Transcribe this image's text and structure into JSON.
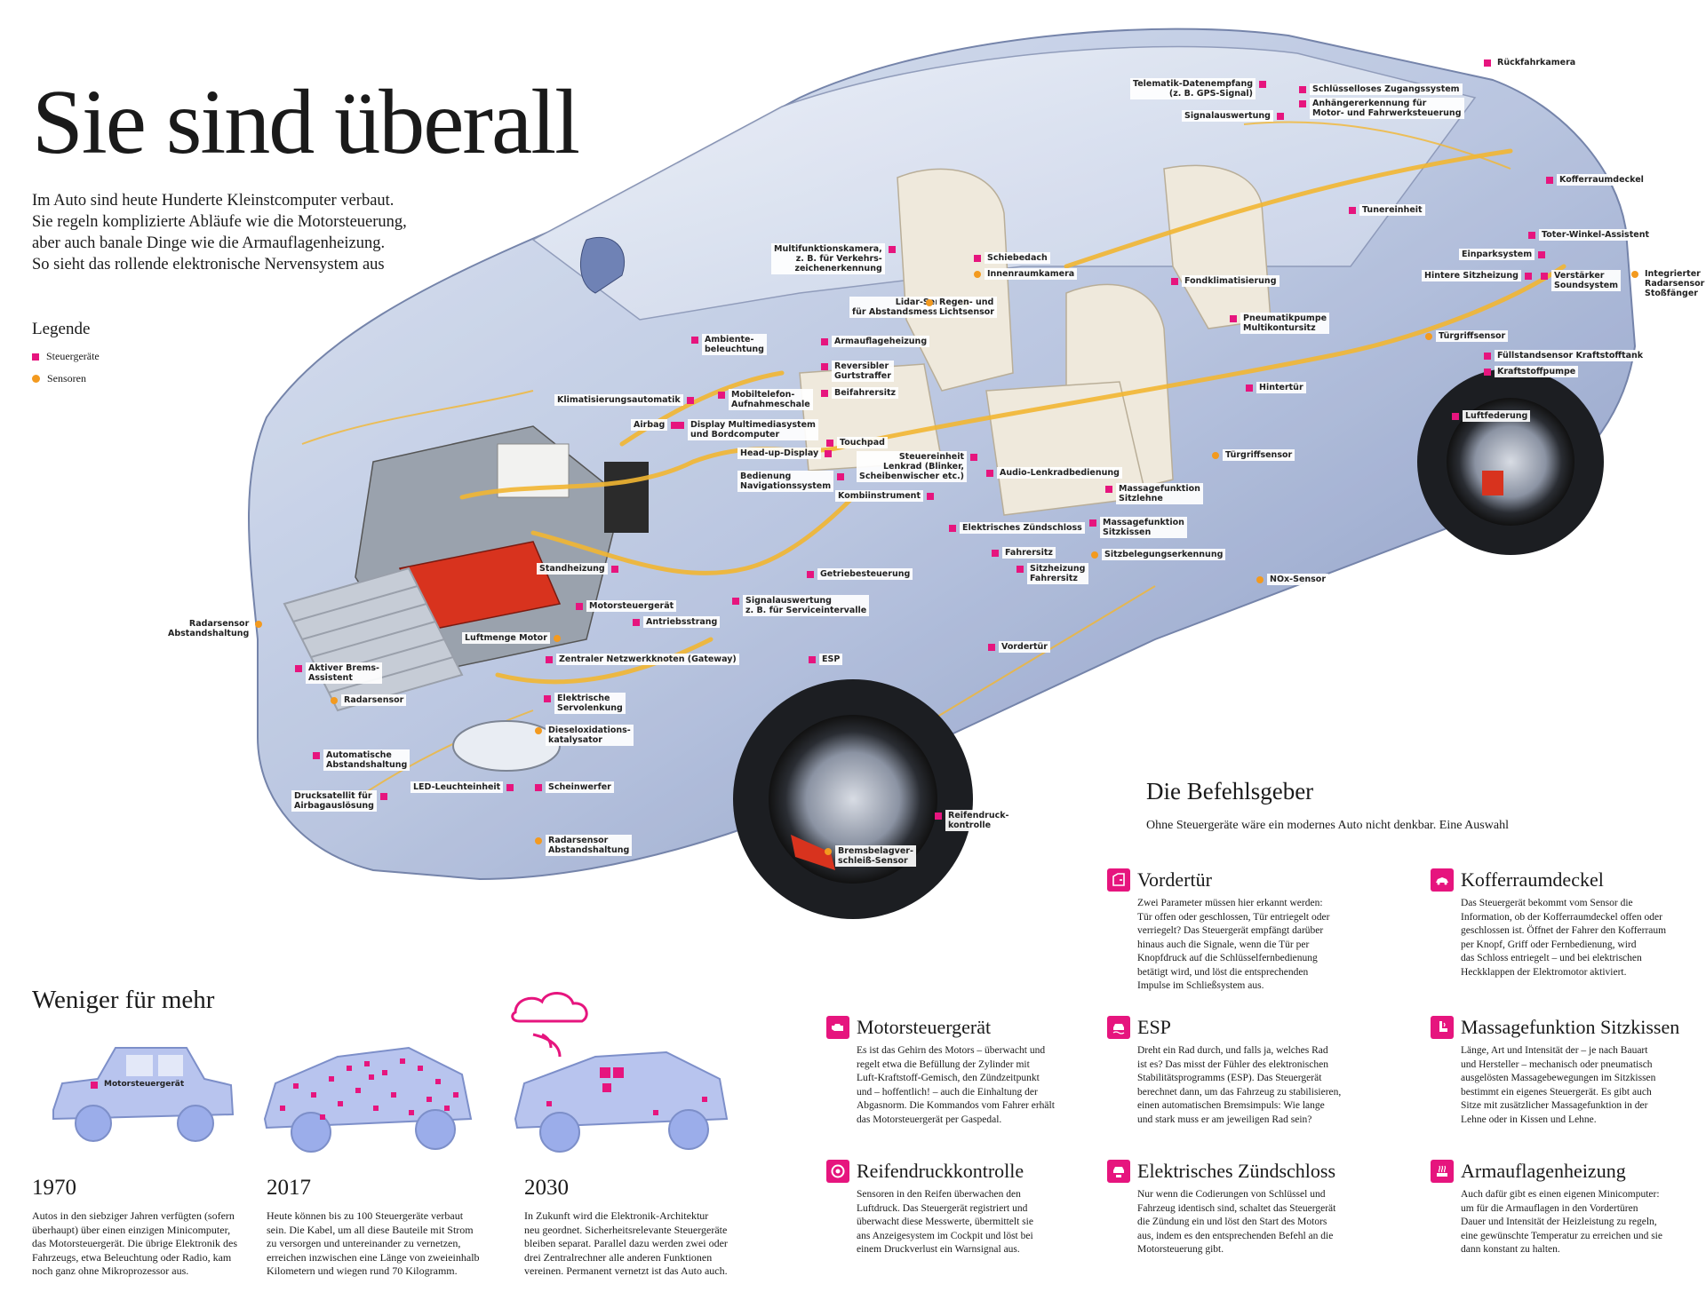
{
  "header": {
    "title": "Sie sind überall",
    "intro": [
      "Im Auto sind heute Hunderte Kleinstcomputer verbaut.",
      "Sie regeln komplizierte Abläufe wie die Motorsteuerung,",
      "aber auch banale Dinge wie die Armauflagenheizung.",
      "So sieht das rollende elektronische Nervensystem aus"
    ]
  },
  "legend": {
    "title": "Legende",
    "control": "Steuergeräte",
    "sensor": "Sensoren"
  },
  "colors": {
    "control": "#e6157e",
    "sensor": "#f39a1f",
    "cable": "#f2b632",
    "car_body": "#8ea4cc"
  },
  "labels": {
    "telematik": [
      "Telematik-Datenempfang",
      "(z. B. GPS-Signal)"
    ],
    "zugang": "Schlüsselloses Zugangssystem",
    "anhaenger": [
      "Anhängererkennung für",
      "Motor- und Fahrwerksteuerung"
    ],
    "signalauswertung_top": "Signalauswertung",
    "rueckfahr": "Rückfahrkamera",
    "kofferraum": "Kofferraumdeckel",
    "tuner": "Tunereinheit",
    "toterwinkel": "Toter-Winkel-Assistent",
    "einpark": "Einparksystem",
    "hintere_sitz": "Hintere Sitzheizung",
    "verstaerker": [
      "Verstärker",
      "Soundsystem"
    ],
    "radar_stoss": [
      "Integrierter",
      "Radarsensor",
      "Stoßfänger"
    ],
    "multifunktionskamera": [
      "Multifunktionskamera,",
      "z. B. für Verkehrs-",
      "zeichenerkennung"
    ],
    "schiebedach": "Schiebedach",
    "innenraumkamera": "Innenraumkamera",
    "fondklima": "Fondklimatisierung",
    "lidar": [
      "Lidar-Sensor",
      "für Abstandsmessung"
    ],
    "regen": [
      "Regen- und",
      "Lichtsensor"
    ],
    "armauflage": "Armauflageheizung",
    "ambiente": [
      "Ambiente-",
      "beleuchtung"
    ],
    "reversibler": [
      "Reversibler",
      "Gurtstraffer"
    ],
    "pneumatik": [
      "Pneumatikpumpe",
      "Multikontursitz"
    ],
    "tuergriff1": "Türgriffsensor",
    "fuellstand": "Füllstandsensor Kraftstofftank",
    "kraftstoffpumpe": "Kraftstoffpumpe",
    "klimatisierung": "Klimatisierungsautomatik",
    "mobiltelefon": [
      "Mobiltelefon-",
      "Aufnahmeschale"
    ],
    "beifahrersitz": "Beifahrersitz",
    "hintertuer": "Hintertür",
    "airbag": "Airbag",
    "display": [
      "Display Multimediasystem",
      "und Bordcomputer"
    ],
    "luftfederung": "Luftfederung",
    "headup": "Head-up-Display",
    "touchpad": "Touchpad",
    "steuereinheit_lenkrad": [
      "Steuereinheit",
      "Lenkrad (Blinker,",
      "Scheibenwischer etc.)"
    ],
    "tuergriff2": "Türgriffsensor",
    "bedienung_navi": [
      "Bedienung",
      "Navigationssystem"
    ],
    "audio_lenkrad": "Audio-Lenkradbedienung",
    "kombi": "Kombiinstrument",
    "massage_lehne": [
      "Massagefunktion",
      "Sitzlehne"
    ],
    "zuendschloss": "Elektrisches Zündschloss",
    "massage_kissen": [
      "Massagefunktion",
      "Sitzkissen"
    ],
    "fahrersitz": "Fahrersitz",
    "sitzbelegung": "Sitzbelegungserkennung",
    "standheizung": "Standheizung",
    "sitzheizung": [
      "Sitzheizung",
      "Fahrersitz"
    ],
    "getriebe": "Getriebesteuerung",
    "nox": "NOx-Sensor",
    "motorsteuer": "Motorsteuergerät",
    "signalauswertung_service": [
      "Signalauswertung",
      "z. B. für Serviceintervalle"
    ],
    "antrieb": "Antriebsstrang",
    "luftmenge": "Luftmenge Motor",
    "radar_abstand_left": [
      "Radarsensor",
      "Abstandshaltung"
    ],
    "vordertuer": "Vordertür",
    "gateway": "Zentraler Netzwerkknoten (Gateway)",
    "esp": "ESP",
    "bremsassist": [
      "Aktiver Brems-",
      "Assistent"
    ],
    "radarsensor": "Radarsensor",
    "servolenkung": [
      "Elektrische",
      "Servolenkung"
    ],
    "diesel": [
      "Dieseloxidations-",
      "katalysator"
    ],
    "auto_abstand": [
      "Automatische",
      "Abstandshaltung"
    ],
    "led": "LED-Leuchteinheit",
    "scheinwerfer": "Scheinwerfer",
    "drucksatellit": [
      "Drucksatellit für",
      "Airbagauslösung"
    ],
    "reifendruck": [
      "Reifendruck-",
      "kontrolle"
    ],
    "radar_abstand_bottom": [
      "Radarsensor",
      "Abstandshaltung"
    ],
    "bremsbelag": [
      "Bremsbelagver-",
      "schleiß-Sensor"
    ]
  },
  "weniger": {
    "title": "Weniger für mehr",
    "car1_label": "Motorsteuergerät",
    "eras": [
      {
        "year": "1970",
        "text": [
          "Autos in den siebziger Jahren verfügten (sofern",
          "überhaupt) über einen einzigen Minicomputer,",
          "das Motorsteuergerät. Die übrige Elektronik des",
          "Fahrzeugs, etwa Beleuchtung oder Radio, kam",
          "noch ganz ohne Mikroprozessor aus."
        ]
      },
      {
        "year": "2017",
        "text": [
          "Heute können bis zu 100 Steuergeräte verbaut",
          "sein. Die Kabel, um all diese Bauteile mit Strom",
          "zu versorgen und untereinander zu vernetzen,",
          "erreichen inzwischen eine Länge von zweieinhalb",
          "Kilometern und wiegen rund 70 Kilogramm."
        ]
      },
      {
        "year": "2030",
        "text": [
          "In Zukunft wird die Elektronik-Architektur",
          "neu geordnet. Sicherheitsrelevante Steuergeräte",
          "bleiben separat. Parallel dazu werden zwei oder",
          "drei Zentralrechner alle anderen Funktionen",
          "vereinen. Permanent vernetzt ist das Auto auch."
        ]
      }
    ]
  },
  "befehlsgeber": {
    "title": "Die Befehlsgeber",
    "subtitle": "Ohne Steuergeräte wäre ein modernes Auto nicht denkbar. Eine Auswahl",
    "items": [
      {
        "name": "Vordertür",
        "icon": "door-icon",
        "text": [
          "Zwei Parameter müssen hier erkannt werden:",
          "Tür offen oder geschlossen, Tür entriegelt oder",
          "verriegelt? Das Steuergerät empfängt darüber",
          "hinaus auch die Signale, wenn die Tür per",
          "Knopfdruck auf die Schlüsselfernbedienung",
          "betätigt wird, und löst die entsprechenden",
          "Impulse im Schließsystem aus."
        ]
      },
      {
        "name": "Kofferraumdeckel",
        "icon": "trunk-icon",
        "text": [
          "Das Steuergerät bekommt vom Sensor die",
          "Information, ob der Kofferraumdeckel offen oder",
          "geschlossen ist. Öffnet der Fahrer den Kofferraum",
          "per Knopf, Griff oder Fernbedienung, wird",
          "das Schloss entriegelt – und bei elektrischen",
          "Heckklappen der Elektromotor aktiviert."
        ]
      },
      {
        "name": "Motorsteuergerät",
        "icon": "engine-icon",
        "text": [
          "Es ist das Gehirn des Motors – überwacht und",
          "regelt etwa die Befüllung der Zylinder mit",
          "Luft-Kraftstoff-Gemisch, den Zündzeitpunkt",
          "und – hoffentlich! – auch die Einhaltung der",
          "Abgasnorm. Die Kommandos vom Fahrer erhält",
          "das Motorsteuergerät per Gaspedal."
        ]
      },
      {
        "name": "ESP",
        "icon": "esp-icon",
        "text": [
          "Dreht ein Rad durch, und falls ja, welches Rad",
          "ist es? Das misst der Fühler des elektronischen",
          "Stabilitätsprogramms (ESP). Das Steuergerät",
          "berechnet dann, um das Fahrzeug zu stabilisieren,",
          "einen automatischen Bremsimpuls: Wie lange",
          "und stark muss er am jeweiligen Rad sein?"
        ]
      },
      {
        "name": "Massagefunktion Sitzkissen",
        "icon": "seat-icon",
        "text": [
          "Länge, Art und Intensität der – je nach Bauart",
          "und Hersteller – mechanisch oder pneumatisch",
          "ausgelösten Massagebewegungen im Sitzkissen",
          "bestimmt ein eigenes Steuergerät. Es gibt auch",
          "Sitze mit zusätzlicher Massagefunktion in der",
          "Lehne oder in Kissen und Lehne."
        ]
      },
      {
        "name": "Reifendruckkontrolle",
        "icon": "tire-icon",
        "text": [
          "Sensoren in den Reifen überwachen den",
          "Luftdruck. Das Steuergerät registriert und",
          "überwacht diese Messwerte, übermittelt sie",
          "ans Anzeigesystem im Cockpit und löst bei",
          "einem Druckverlust ein Warnsignal aus."
        ]
      },
      {
        "name": "Elektrisches Zündschloss",
        "icon": "ignition-icon",
        "text": [
          "Nur wenn die Codierungen von Schlüssel und",
          "Fahrzeug identisch sind, schaltet das Steuergerät",
          "die Zündung ein und löst den Start des Motors",
          "aus, indem es den entsprechenden Befehl an die",
          "Motorsteuerung gibt."
        ]
      },
      {
        "name": "Armauflagenheizung",
        "icon": "armrest-heating-icon",
        "text": [
          "Auch dafür gibt es einen eigenen Minicomputer:",
          "um für die Armauflagen in den Vordertüren",
          "Dauer und Intensität der Heizleistung zu regeln,",
          "eine gewünschte Temperatur zu erreichen und sie",
          "dann konstant zu halten."
        ]
      }
    ]
  }
}
